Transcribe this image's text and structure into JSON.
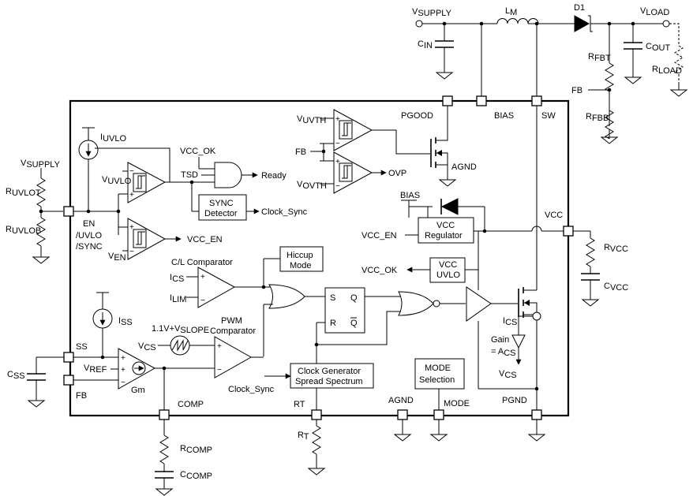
{
  "labels": {
    "vsupply_top": "V",
    "vsupply_top_sub": "SUPPLY",
    "lm": "L",
    "lm_sub": "M",
    "d1": "D1",
    "vload": "V",
    "vload_sub": "LOAD",
    "cin": "C",
    "cin_sub": "IN",
    "rfbt": "R",
    "rfbt_sub": "FBT",
    "cout": "C",
    "cout_sub": "OUT",
    "rload": "R",
    "rload_sub": "LOAD",
    "fb_ext": "FB",
    "rfbb": "R",
    "rfbb_sub": "FBB",
    "pin_pgood": "PGOOD",
    "pin_bias": "BIAS",
    "pin_sw": "SW",
    "iuvlo": "I",
    "iuvlo_sub": "UVLO",
    "vcc_ok_top": "VCC_OK",
    "vuvth": "V",
    "vuvth_sub": "UVTH",
    "fb_int": "FB",
    "vovth": "V",
    "vovth_sub": "OVTH",
    "ovp": "OVP",
    "agnd_fet": "AGND",
    "vsupply_left": "V",
    "vsupply_left_sub": "SUPPLY",
    "ruvlot": "R",
    "ruvlot_sub": "UVLOT",
    "ruvlob": "R",
    "ruvlob_sub": "UVLOB",
    "vuvlo": "V",
    "vuvlo_sub": "UVLO",
    "tsd": "TSD",
    "ready": "Ready",
    "sync_detector_1": "SYNC",
    "sync_detector_2": "Detector",
    "clock_sync_out": "Clock_Sync",
    "bias_int": "BIAS",
    "pin_vcc": "VCC",
    "pin_en_1": "EN",
    "pin_en_2": "/UVLO",
    "pin_en_3": "/SYNC",
    "ven": "V",
    "ven_sub": "EN",
    "vcc_en_out": "VCC_EN",
    "vcc_en_in": "VCC_EN",
    "vcc_reg_1": "VCC",
    "vcc_reg_2": "Regulator",
    "rvcc": "R",
    "rvcc_sub": "VCC",
    "cl_comparator": "C/L Comparator",
    "hiccup_1": "Hiccup",
    "hiccup_2": "Mode",
    "vcc_ok_out": "VCC_OK",
    "vcc_uvlo_1": "VCC",
    "vcc_uvlo_2": "UVLO",
    "cvcc": "C",
    "cvcc_sub": "VCC",
    "ics_in": "I",
    "ics_in_sub": "CS",
    "ilim": "I",
    "ilim_sub": "LIM",
    "sr_s": "S",
    "sr_q": "Q",
    "sr_r": "R",
    "sr_qbar": "Q",
    "iss": "I",
    "iss_sub": "SS",
    "slope": "1.1V+V",
    "slope_sub": "SLOPE",
    "pwm_1": "PWM",
    "pwm_2": "Comparator",
    "ics_sense": "I",
    "ics_sense_sub": "CS",
    "gain_1": "Gain",
    "gain_2": "= A",
    "gain_2_sub": "CS",
    "pin_ss": "SS",
    "vcs_in": "V",
    "vcs_in_sub": "CS",
    "vref": "V",
    "vref_sub": "REF",
    "css": "C",
    "css_sub": "SS",
    "gm": "Gm",
    "pin_fb": "FB",
    "clkgen_1": "Clock Generator",
    "clkgen_2": "Spread Spectrum",
    "mode_1": "MODE",
    "mode_2": "Selection",
    "vcs_out": "V",
    "vcs_out_sub": "CS",
    "clock_sync_in": "Clock_Sync",
    "pin_comp": "COMP",
    "pin_rt": "RT",
    "pin_agnd": "AGND",
    "pin_mode": "MODE",
    "pin_pgnd": "PGND",
    "rt": "R",
    "rt_sub": "T",
    "rcomp": "R",
    "rcomp_sub": "COMP",
    "ccomp": "C",
    "ccomp_sub": "COMP"
  }
}
